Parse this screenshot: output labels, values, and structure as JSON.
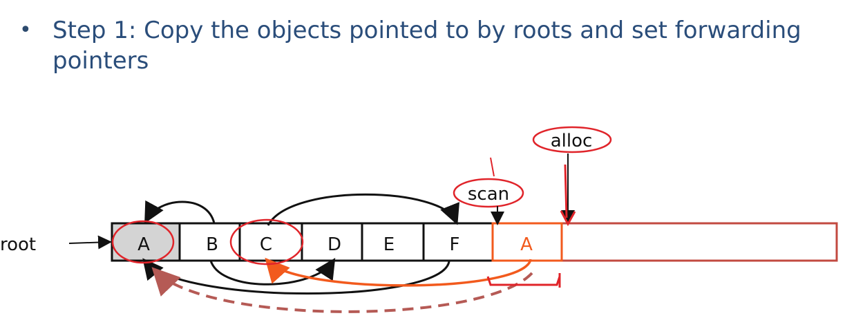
{
  "slide": {
    "bullet": "•",
    "text": "Step 1: Copy the objects pointed to by roots and set forwarding pointers"
  },
  "diagram": {
    "root_label": "root",
    "from_space_cells": [
      "A",
      "B",
      "C",
      "D",
      "E",
      "F"
    ],
    "to_space_cells": [
      "A"
    ],
    "scan_label": "scan",
    "alloc_label": "alloc",
    "colors": {
      "text": "#2a4d7a",
      "ink": "#111111",
      "red": "#e0242a",
      "orange": "#f25a1d",
      "dashed": "#b55a55",
      "box_to": "#c24a40",
      "shade": "#d4d4d4"
    }
  }
}
